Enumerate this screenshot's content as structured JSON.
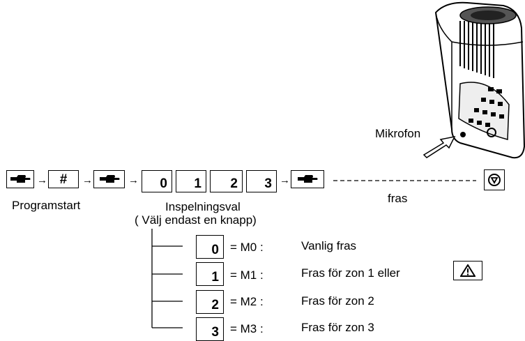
{
  "sequence": {
    "hash_key": "#",
    "digit_keys": [
      "0",
      "1",
      "2",
      "3"
    ],
    "arrow": "→"
  },
  "labels": {
    "programstart": "Programstart",
    "inspelningsval": "Inspelningsval",
    "valj_endast": "( Välj endast en knapp)",
    "fras": "fras",
    "mikrofon": "Mikrofon"
  },
  "options": [
    {
      "key": "0",
      "code": "= M0 :",
      "desc": "Vanlig fras"
    },
    {
      "key": "1",
      "code": "= M1 :",
      "desc": "Fras för zon 1 eller"
    },
    {
      "key": "2",
      "code": "= M2 :",
      "desc": "Fras för zon 2"
    },
    {
      "key": "3",
      "code": "= M3 :",
      "desc": "Fras för zon 3"
    }
  ],
  "icons": {
    "pointing_hand": "pointing-hand-icon",
    "stop": "stop-circle-icon",
    "warning": "warning-triangle-icon"
  }
}
